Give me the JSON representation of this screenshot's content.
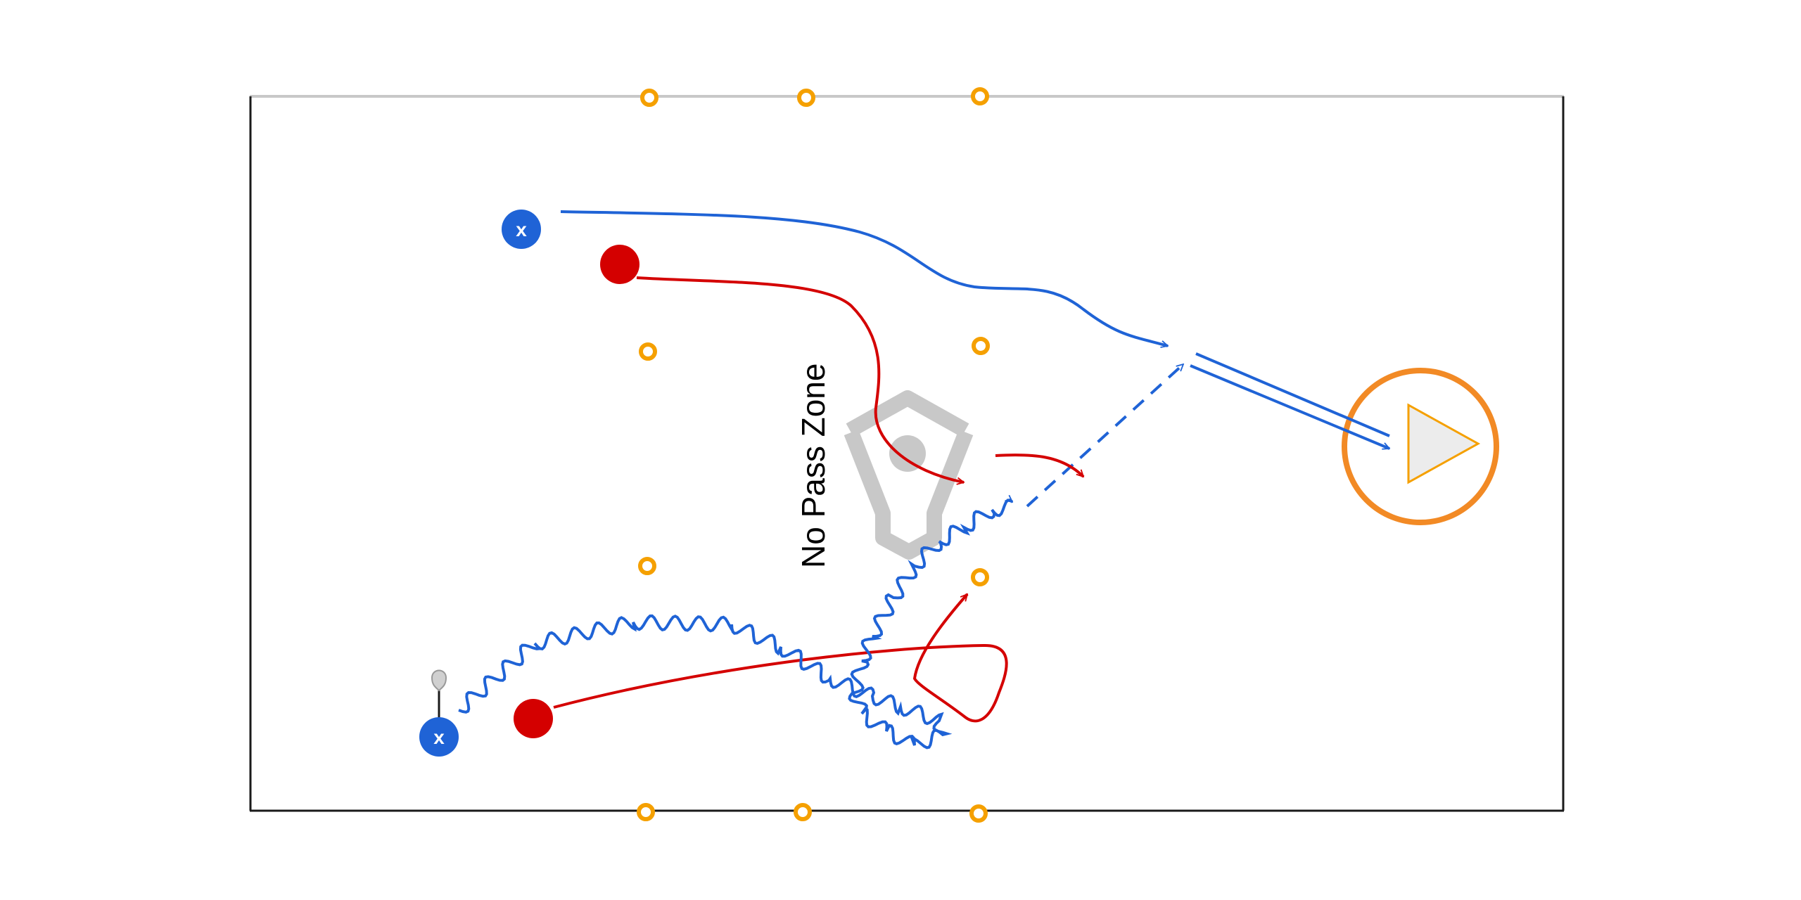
{
  "annotations": {
    "no_pass_zone": "No Pass Zone"
  },
  "players": {
    "offense_letter": "x"
  },
  "colors": {
    "offense": "#1f63d6",
    "defense": "#d40000",
    "cone": "#f5a000",
    "goal": "#f28a25",
    "logo": "#c8c8c8",
    "field_line": "#1a1a1a",
    "top_line": "#c8c8c8"
  },
  "icons": {
    "goal": "goal-icon",
    "logo": "watermark-logo",
    "stick": "lacrosse-stick-icon",
    "cone": "cone-icon"
  }
}
